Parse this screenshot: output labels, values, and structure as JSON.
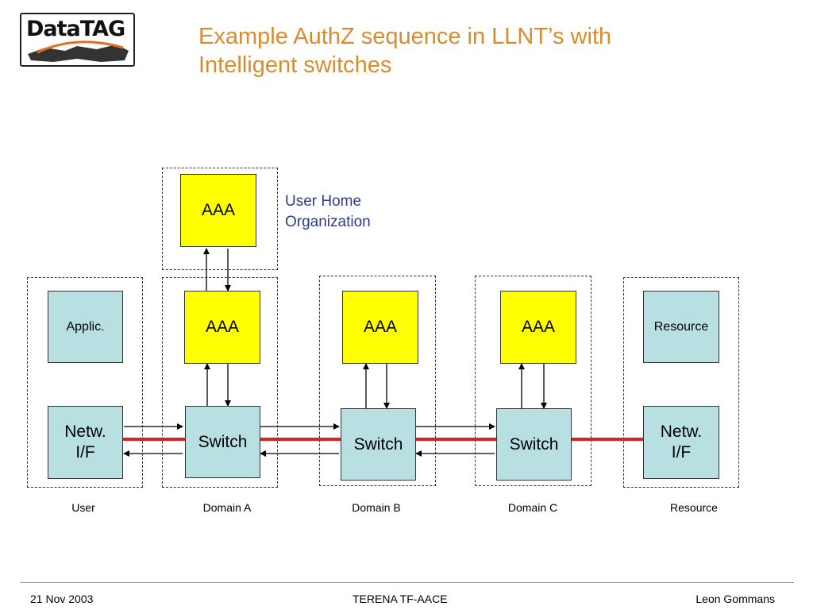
{
  "slide": {
    "title_line1": "Example AuthZ sequence in LLNT’s with",
    "title_line2": "Intelligent switches",
    "logo_text": "DataTAG",
    "user_home_line1": "User Home",
    "user_home_line2": "Organization"
  },
  "nodes": {
    "aaa_home": "AAA",
    "aaa_a": "AAA",
    "aaa_b": "AAA",
    "aaa_c": "AAA",
    "applic": "Applic.",
    "resource": "Resource",
    "netw_user_line1": "Netw.",
    "netw_user_line2": "I/F",
    "netw_res_line1": "Netw.",
    "netw_res_line2": "I/F",
    "switch_a": "Switch",
    "switch_b": "Switch",
    "switch_c": "Switch"
  },
  "domains": [
    "User",
    "Domain A",
    "Domain B",
    "Domain C",
    "Resource"
  ],
  "footer": {
    "date": "21 Nov 2003",
    "event": "TERENA TF-AACE",
    "author": "Leon Gommans"
  },
  "colors": {
    "title": "#d98c2e",
    "aaa_fill": "#ffff00",
    "node_fill": "#b8e0e3",
    "user_home_text": "#2e3a8c",
    "link_red": "#e02020"
  }
}
